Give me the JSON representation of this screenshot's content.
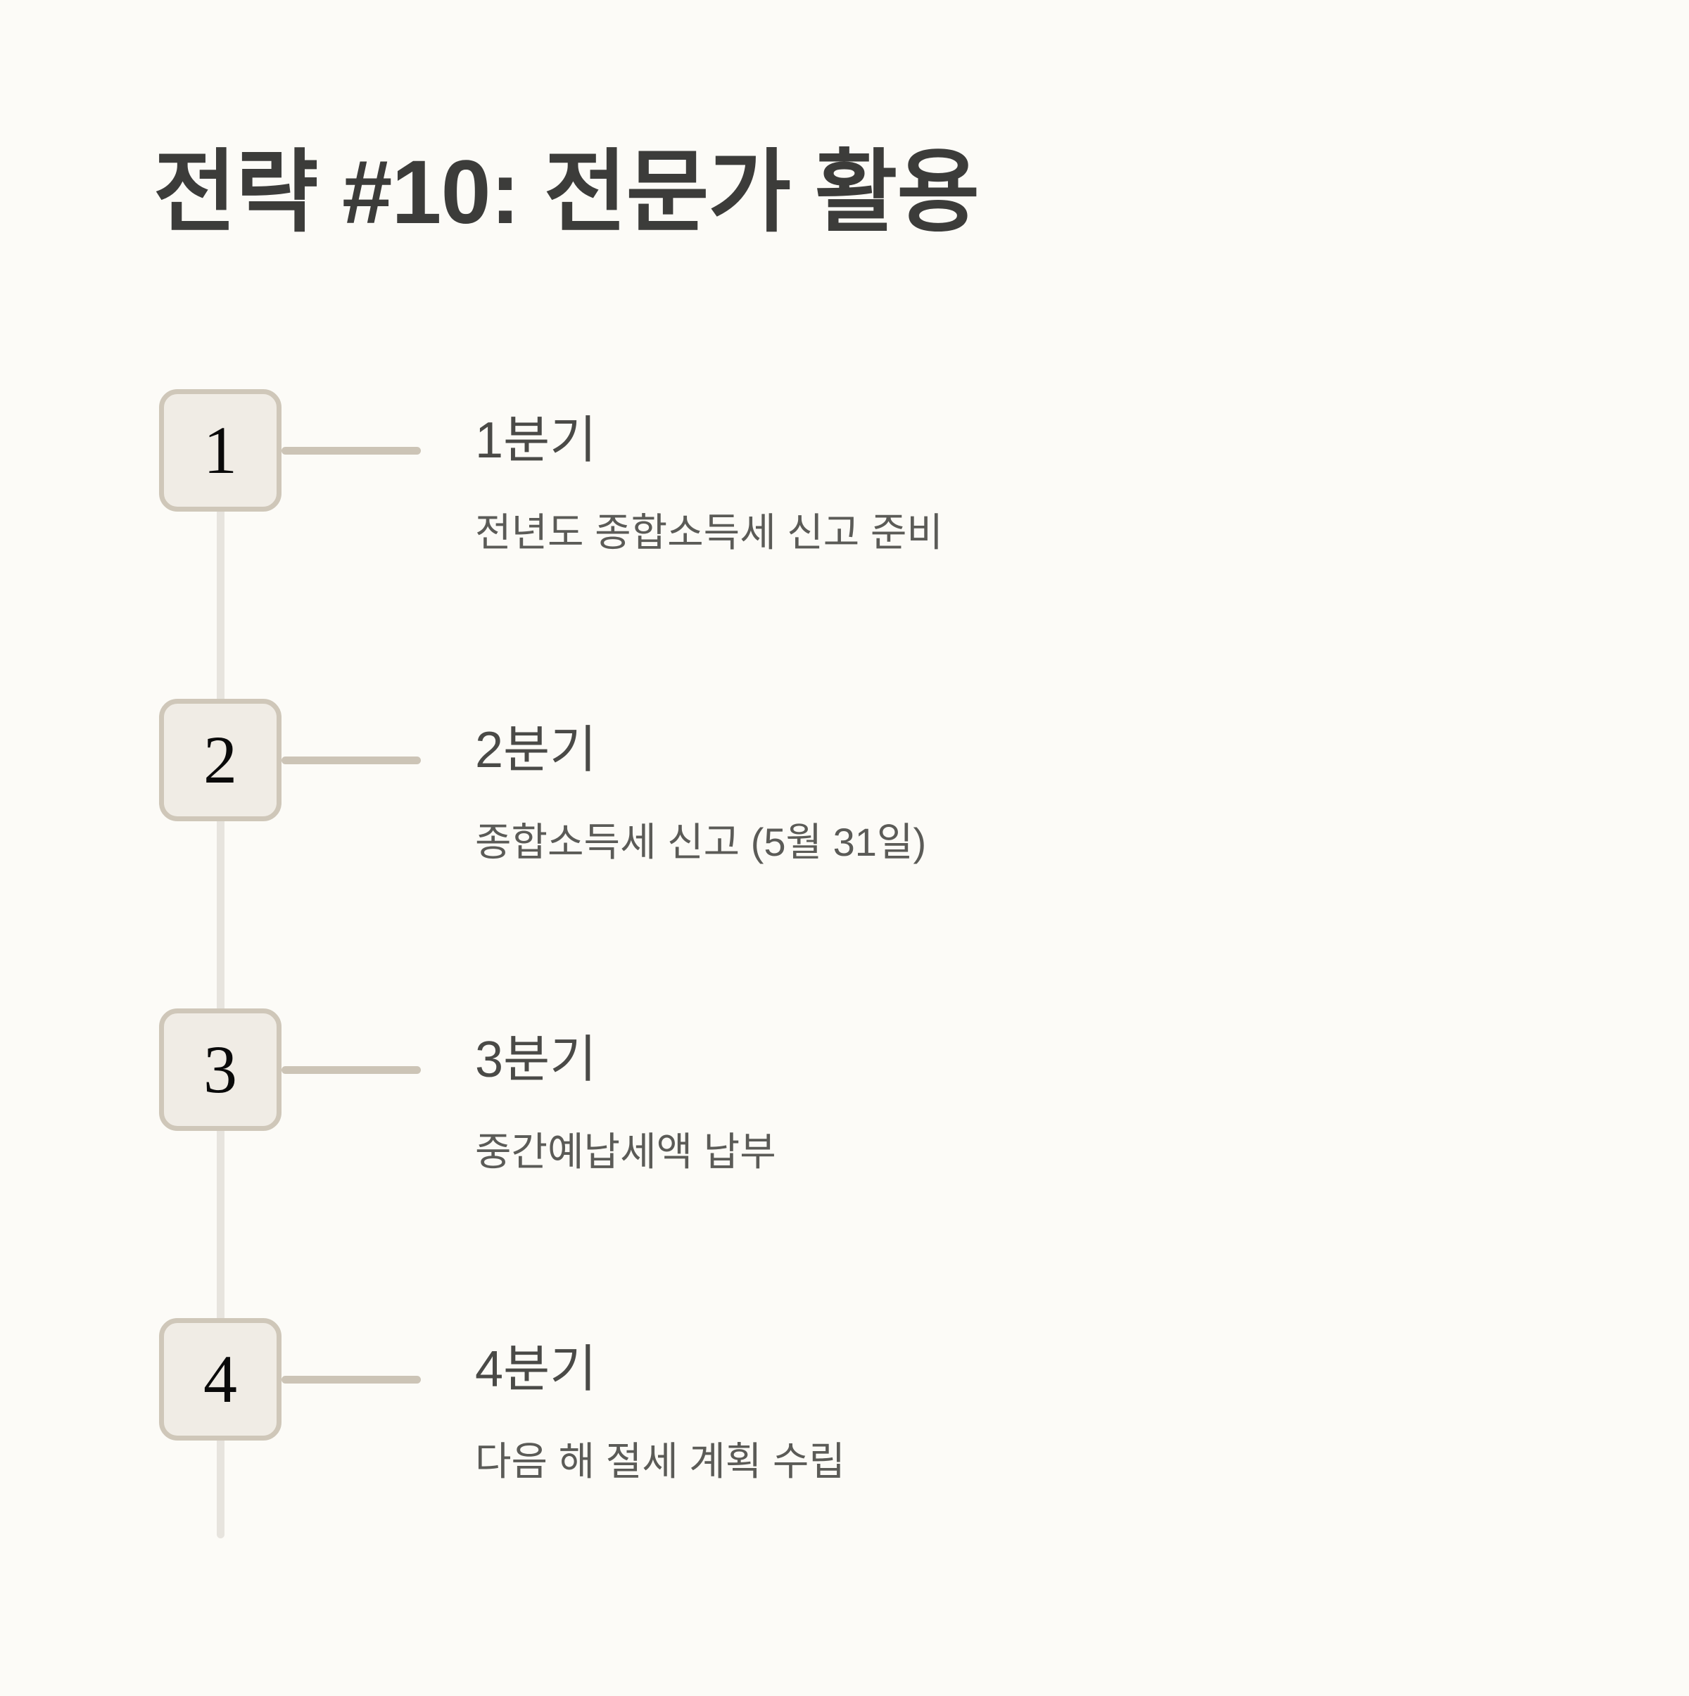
{
  "page": {
    "title": "전략 #10: 전문가 활용",
    "background_color": "#FCFBF7",
    "title_color": "#3C3C3A"
  },
  "timeline": {
    "accent_color": "#CFC7B9",
    "badge_fill_color": "#F0ECE5",
    "spine_color": "#E7E4DE",
    "connector_color": "#CCC4B6",
    "heading_color": "#4A4A47",
    "description_color": "#5B5B57",
    "items": [
      {
        "number": "1",
        "heading": "1분기",
        "description": "전년도 종합소득세 신고 준비"
      },
      {
        "number": "2",
        "heading": "2분기",
        "description": "종합소득세 신고 (5월 31일)"
      },
      {
        "number": "3",
        "heading": "3분기",
        "description": "중간예납세액 납부"
      },
      {
        "number": "4",
        "heading": "4분기",
        "description": "다음 해 절세 계획 수립"
      }
    ]
  }
}
